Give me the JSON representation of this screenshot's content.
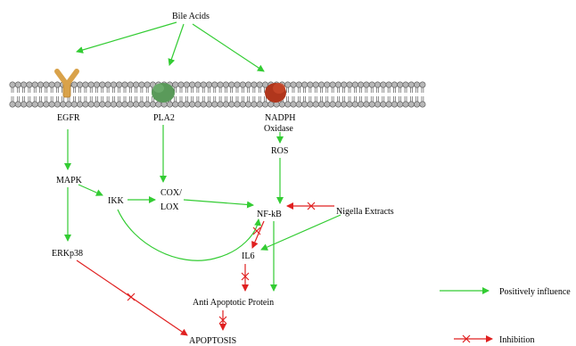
{
  "diagram": {
    "top_input": "Bile Acids",
    "receptors": {
      "egfr": "EGFR",
      "pla2": "PLA2",
      "nadph_line1": "NADPH",
      "nadph_line2": "Oxidase"
    },
    "nodes": {
      "ros": "ROS",
      "mapk": "MAPK",
      "ikk": "IKK",
      "cox_line1": "COX/",
      "cox_line2": "LOX",
      "nfkb": "NF-kB",
      "nigella": "Nigella Extracts",
      "erkp38": "ERKp38",
      "il6": "IL6",
      "anti_apoptotic": "Anti Apoptotic Protein",
      "apoptosis": "APOPTOSIS"
    },
    "legend": {
      "positive": "Positively influence",
      "inhibition": "Inhibition"
    },
    "colors": {
      "positive": "#33cc33",
      "inhibition": "#e02020",
      "egfr": "#d9a24a",
      "pla2": "#5a9a5a",
      "nadph": "#b0361c",
      "lipid_head": "#b8b8b8"
    }
  }
}
